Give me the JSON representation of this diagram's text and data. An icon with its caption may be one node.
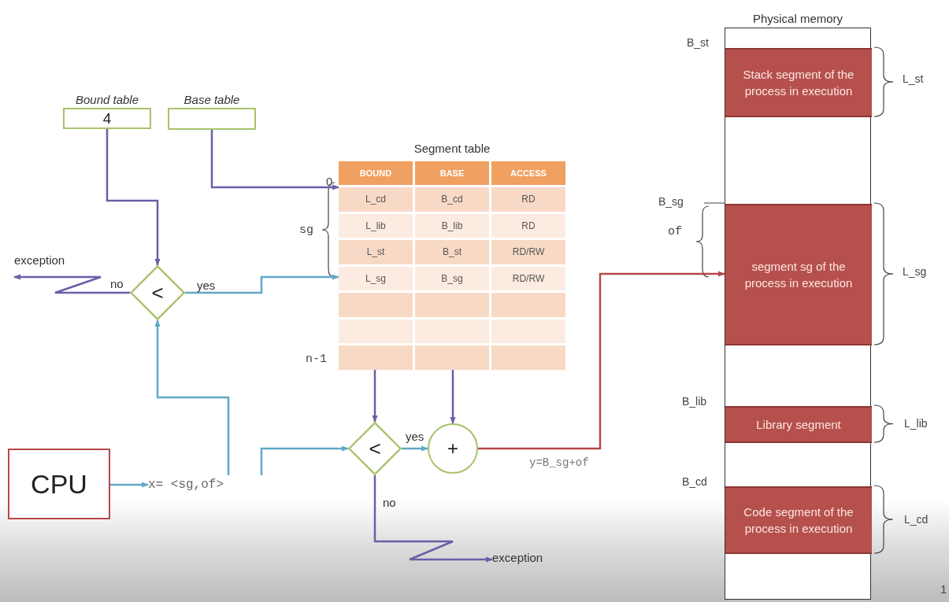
{
  "diagram": {
    "nodes": [
      {
        "text": [
          "Bound table",
          "4"
        ]
      },
      {
        "text": [
          "Base table"
        ]
      },
      {
        "text": [
          "Segment table",
          "BOUND",
          "BASE",
          "ACCESS",
          "L_cd",
          "B_cd",
          "RD",
          "L_lib",
          "B_lib",
          "RD",
          "L_st",
          "B_st",
          "RD/RW",
          "L_sg",
          "B_sg",
          "RD/RW"
        ]
      },
      {
        "text": [
          "<"
        ]
      },
      {
        "text": [
          "exception"
        ]
      },
      {
        "text": [
          "CPU"
        ]
      },
      {
        "text": [
          "x= <sg,of>"
        ]
      },
      {
        "text": [
          "<"
        ]
      },
      {
        "text": [
          "+"
        ]
      },
      {
        "text": [
          "exception"
        ]
      },
      {
        "text": [
          "Physical memory"
        ]
      },
      {
        "text": [
          "Stack segment of the process in execution"
        ],
        "in": 10
      },
      {
        "text": [
          "segment sg of the process in execution"
        ],
        "in": 10
      },
      {
        "text": [
          "Library segment"
        ],
        "in": 10
      },
      {
        "text": [
          "Code segment of the process in execution"
        ],
        "in": 10
      }
    ],
    "edges": [
      {
        "from": 0,
        "to": 3,
        "arrow": "to",
        "color": "#6a5fa8"
      },
      {
        "from": 1,
        "to": 2,
        "arrow": "to",
        "color": "#6a5fa8"
      },
      {
        "from": 3,
        "to": 4,
        "arrow": "to",
        "label": "no",
        "color": "#6a5fa8"
      },
      {
        "from": 3,
        "to": 2,
        "arrow": "to",
        "label": "yes",
        "color": "#5fa8c8"
      },
      {
        "from": 5,
        "to": 6,
        "arrow": "to",
        "color": "#5fa8c8"
      },
      {
        "from": 6,
        "to": 3,
        "arrow": "to",
        "color": "#5fa8c8"
      },
      {
        "from": 6,
        "to": 7,
        "arrow": "to",
        "color": "#5fa8c8"
      },
      {
        "from": 2,
        "to": 7,
        "arrow": "to",
        "color": "#6a5fa8"
      },
      {
        "from": 2,
        "to": 8,
        "arrow": "to",
        "color": "#6a5fa8"
      },
      {
        "from": 7,
        "to": 8,
        "arrow": "to",
        "label": "yes",
        "color": "#5fa8c8"
      },
      {
        "from": 7,
        "to": 9,
        "arrow": "to",
        "label": "no",
        "color": "#6a5fa8"
      },
      {
        "from": 8,
        "to": 12,
        "arrow": "to",
        "label": "y=B_sg+of",
        "color": "#b8474a"
      }
    ],
    "labels": [
      "0",
      "sg",
      "n-1",
      "B_st",
      "L_st",
      "B_sg",
      "of",
      "L_sg",
      "B_lib",
      "L_lib",
      "B_cd",
      "L_cd",
      "1"
    ]
  }
}
